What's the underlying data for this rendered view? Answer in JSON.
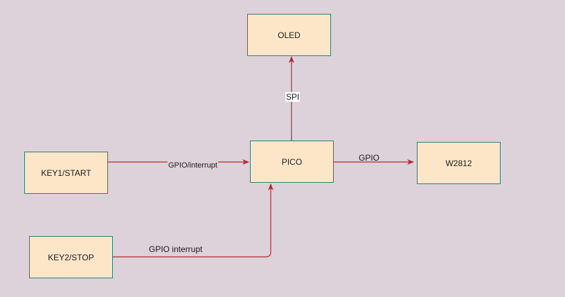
{
  "nodes": {
    "oled": "OLED",
    "pico": "PICO",
    "key1": "KEY1/START",
    "w2812": "W2812",
    "key2": "KEY2/STOP"
  },
  "edges": {
    "spi": "SPI",
    "gpio_w2812": "GPIO",
    "gpio_interrupt_key1": "GPIO/interrupt",
    "gpio_interrupt_key2": "GPIO interrupt"
  },
  "colors": {
    "background": "#ddd2da",
    "node_fill": "#fde6c8",
    "node_border": "#2f7a76",
    "edge": "#b0282e"
  }
}
